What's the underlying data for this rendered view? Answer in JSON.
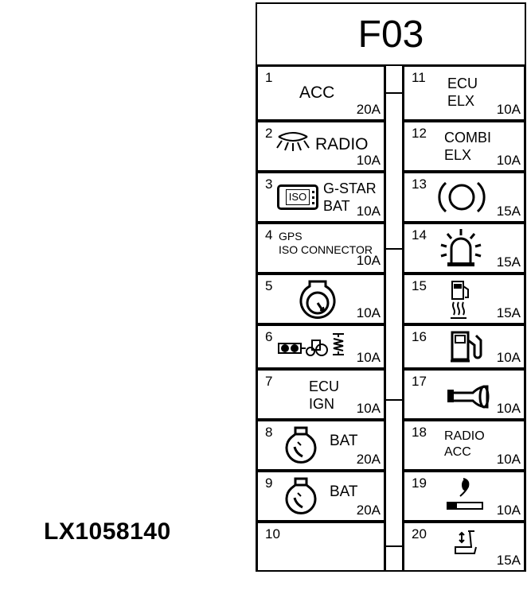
{
  "panel_title": "F03",
  "reference": "LX1058140",
  "fuses": [
    {
      "num": "1",
      "label": "ACC",
      "amp": "20A",
      "icon": "none"
    },
    {
      "num": "2",
      "label": "RADIO",
      "amp": "10A",
      "icon": "headlight-icon"
    },
    {
      "num": "3",
      "label": "G-STAR\nBAT",
      "amp": "10A",
      "icon": "iso-monitor-icon",
      "icon_text": "ISO"
    },
    {
      "num": "4",
      "label": "GPS\nISO CONNECTOR",
      "amp": "10A",
      "icon": "none"
    },
    {
      "num": "5",
      "label": "",
      "amp": "10A",
      "icon": "ignition-key-icon"
    },
    {
      "num": "6",
      "label": "",
      "amp": "10A",
      "icon": "tractor-hitch-icon"
    },
    {
      "num": "7",
      "label": "ECU\nIGN",
      "amp": "10A",
      "icon": "none"
    },
    {
      "num": "8",
      "label": "BAT",
      "amp": "20A",
      "icon": "light-bulb-icon"
    },
    {
      "num": "9",
      "label": "BAT",
      "amp": "20A",
      "icon": "light-bulb-icon"
    },
    {
      "num": "10",
      "label": "",
      "amp": "",
      "icon": "none"
    },
    {
      "num": "11",
      "label": "ECU\nELX",
      "amp": "10A",
      "icon": "none"
    },
    {
      "num": "12",
      "label": "COMBI\nELX",
      "amp": "10A",
      "icon": "none"
    },
    {
      "num": "13",
      "label": "",
      "amp": "15A",
      "icon": "brake-icon"
    },
    {
      "num": "14",
      "label": "",
      "amp": "15A",
      "icon": "beacon-icon"
    },
    {
      "num": "15",
      "label": "",
      "amp": "15A",
      "icon": "fuel-heater-icon"
    },
    {
      "num": "16",
      "label": "",
      "amp": "10A",
      "icon": "fuel-pump-icon"
    },
    {
      "num": "17",
      "label": "",
      "amp": "10A",
      "icon": "horn-icon"
    },
    {
      "num": "18",
      "label": "RADIO\nACC",
      "amp": "10A",
      "icon": "none"
    },
    {
      "num": "19",
      "label": "",
      "amp": "10A",
      "icon": "cigarette-lighter-icon"
    },
    {
      "num": "20",
      "label": "",
      "amp": "15A",
      "icon": "seat-icon"
    }
  ]
}
